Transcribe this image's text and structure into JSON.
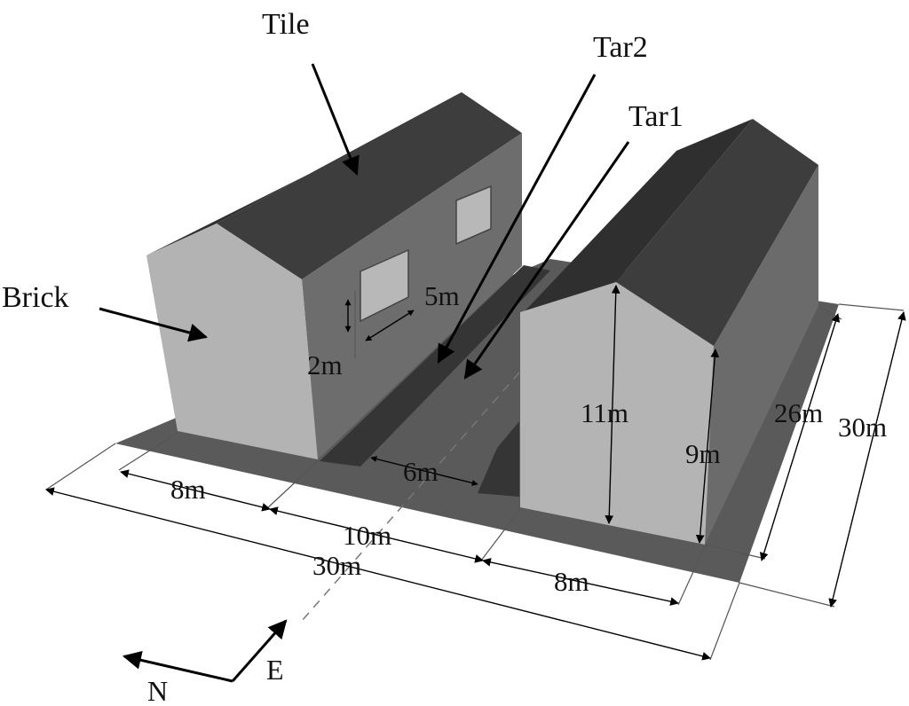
{
  "labels": {
    "tile": "Tile",
    "tar2": "Tar2",
    "tar1": "Tar1",
    "brick": "Brick"
  },
  "dimensions": {
    "window_width": "5m",
    "window_height": "2m",
    "house_width_left": "8m",
    "street_width": "10m",
    "street_center_gap": "6m",
    "house_width_right": "8m",
    "total_length": "30m",
    "ridge_height": "11m",
    "eave_height": "9m",
    "house_length": "26m",
    "total_depth": "30m"
  },
  "compass": {
    "north": "N",
    "east": "E"
  },
  "colors": {
    "ground": "#5a5a5a",
    "tar_strip": "#363636",
    "roof_dark": "#3c3c3c",
    "roof_far": "#2e2e2e",
    "side_wall": "#6e6e6e",
    "gable_wall": "#b4b4b4",
    "window": "#b8b8b8"
  }
}
